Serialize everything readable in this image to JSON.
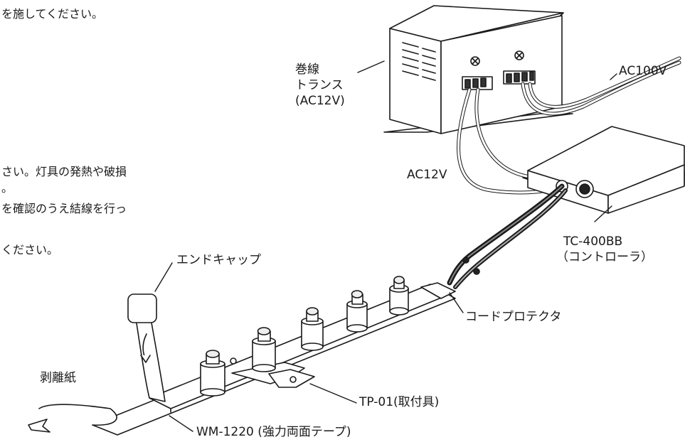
{
  "text_fragments": [
    "を施してください。",
    "さい。灯具の発熱や破損",
    "。",
    "を確認のうえ結線を行っ",
    "ください。"
  ],
  "labels": {
    "transformer": [
      "巻線",
      "トランス",
      "(AC12V)"
    ],
    "ac100v": "AC100V",
    "ac12v": "AC12V",
    "controller": [
      "TC-400BB",
      "（コントローラ）"
    ],
    "end_cap": "エンドキャップ",
    "cord_protector": "コードプロテクタ",
    "release_paper": "剥離紙",
    "mount": "TP-01(取付具)",
    "tape": "WM-1220 (強力両面テープ)"
  }
}
